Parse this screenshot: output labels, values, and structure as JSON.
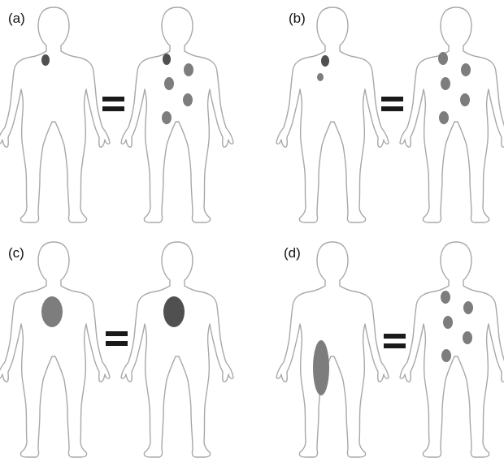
{
  "panels": [
    {
      "id": "a",
      "label": "(a)"
    },
    {
      "id": "b",
      "label": "(b)"
    },
    {
      "id": "c",
      "label": "(c)"
    },
    {
      "id": "d",
      "label": "(d)"
    }
  ],
  "colors": {
    "outline": "#a8a8a8",
    "lesion_dark": "#505050",
    "lesion_mid": "#7d7d7d",
    "equals": "#1a1a1a"
  }
}
